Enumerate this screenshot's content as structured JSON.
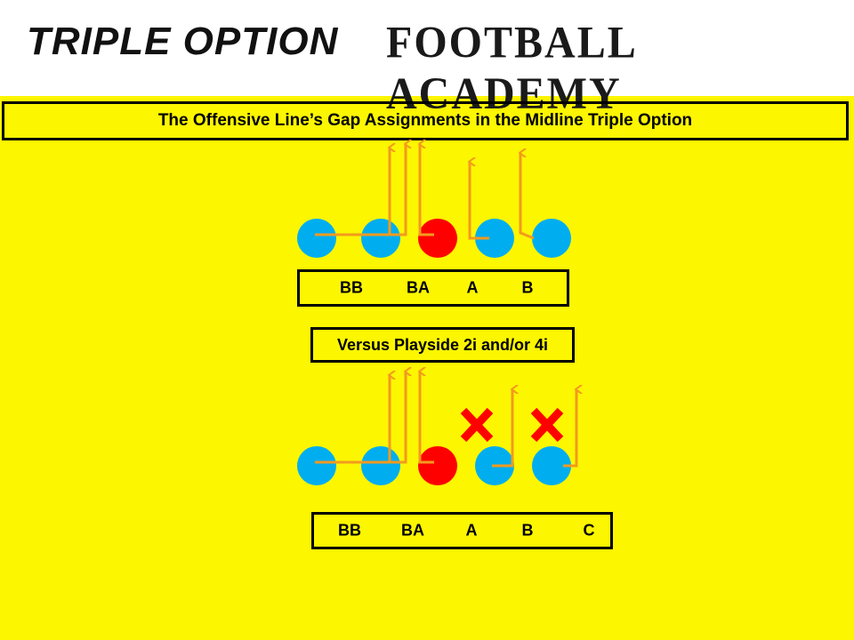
{
  "header": {
    "logo_left_text": "TRIPLE OPTION",
    "logo_right_text": "FOOTBALL ACADEMY"
  },
  "title": "The Offensive Line’s Gap Assignments in the Midline Triple Option",
  "top_diagram": {
    "gap_labels": [
      "BB",
      "BA",
      "A",
      "B"
    ]
  },
  "versus_label": "Versus Playside 2i and/or 4i",
  "bottom_diagram": {
    "gap_labels": [
      "BB",
      "BA",
      "A",
      "B",
      "C"
    ]
  },
  "colors": {
    "background": "#fcf600",
    "lineman": "#00aef0",
    "center": "#ff0000",
    "route": "#f39a1e",
    "defender_x": "#ff0000"
  }
}
